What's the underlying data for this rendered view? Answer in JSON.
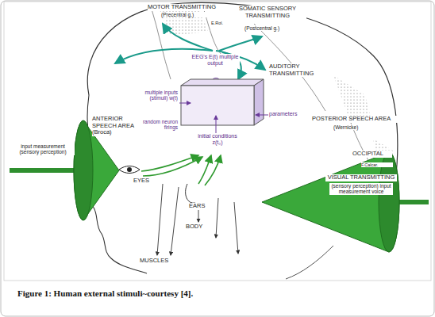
{
  "diagram": {
    "caption": "Figure 1: Human external stimuli~courtesy [4].",
    "labels": [
      "MOTOR TRANSMITTING",
      "(Precentral g.)",
      "SOMATIC SENSORY TRANSMITTING",
      "(Postcentral g.)",
      "E.Rol.",
      "AUDITORY TRANSMITTING",
      "EEG's E(t) multiple output",
      "multiple inputs (stimuli) w(t)",
      "random neuron firings",
      "parameters",
      "ANTERIOR SPEECH AREA (Broca)",
      "POSTERIOR SPEECH AREA",
      "(Wernicke)",
      "initial conditions z(t₀)",
      "OCCIPITAL",
      "F.Calcar.",
      "input measurement (sensory perception)",
      "EYES",
      "EARS",
      "VISUAL TRANSMITTING",
      "(sensory perception) input measurement voice",
      "BODY",
      "MUSCLES"
    ]
  }
}
